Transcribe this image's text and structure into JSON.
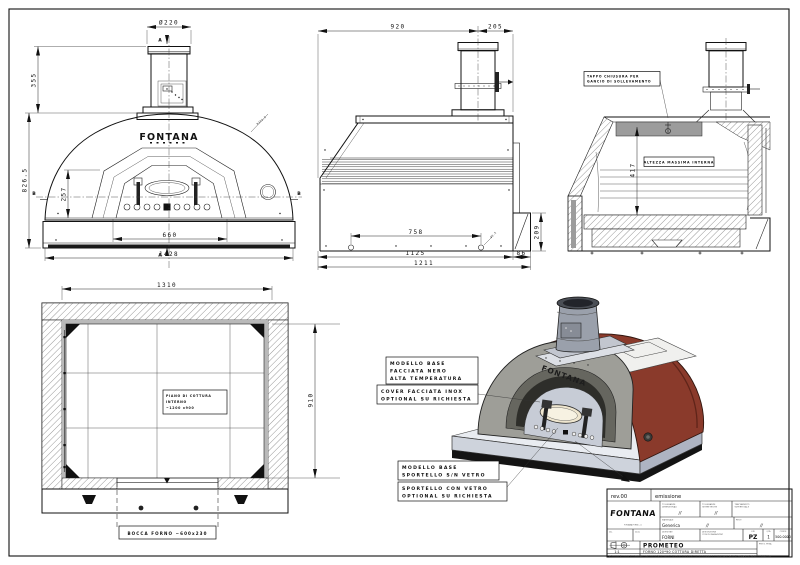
{
  "sheet": {
    "bg": "#ffffff",
    "frame_color": "#111111"
  },
  "front_view": {
    "dim_chimney_diameter": "Ø220",
    "dim_chimney_height": "355",
    "dim_total_height": "826.5",
    "dim_opening_height": "257",
    "dim_opening_width": "660",
    "dim_total_width": "1428",
    "section_mark_a": "A",
    "section_mark_b": "B",
    "logo": "FONTANA",
    "radius_note": "R332.5"
  },
  "side_view": {
    "dim_back_to_flue": "920",
    "dim_flue_to_front": "205",
    "dim_hole_spacing": "758",
    "dim_hole_diameter": "Ø6.5",
    "dim_body_depth": "1125",
    "dim_bracket": "86",
    "dim_total_depth": "1211",
    "dim_bracket_height": "209"
  },
  "section_view": {
    "cap_note_line1": "TAPPO CHIUSURA PER",
    "cap_note_line2": "GANCIO DI SOLLEVAMENTO",
    "internal_height_note": "ALTEZZA MASSIMA INTERNA",
    "dim_internal_height": "417"
  },
  "plan_view": {
    "dim_internal_width": "1310",
    "dim_internal_depth": "910",
    "floor_note_line1": "PIANO DI COTTURA",
    "floor_note_line2": "INTERNO",
    "floor_note_line3": "~1200 x900",
    "mouth_note": "BOCCA FORNO ~600x230"
  },
  "iso_view": {
    "logo": "FONTANA",
    "callout_base_front": [
      "MODELLO BASE",
      "FACCIATA NERO",
      "ALTA TEMPERATURA"
    ],
    "callout_cover": [
      "COVER FACCIATA INOX",
      "OPTIONAL SU RICHIESTA"
    ],
    "callout_base_door": [
      "MODELLO BASE",
      "SPORTELLO S/N VETRO"
    ],
    "callout_glass_door": [
      "SPORTELLO CON VETRO",
      "OPTIONAL SU RICHIESTA"
    ],
    "colors": {
      "dome_body": "#8a3a2b",
      "front_arch": "#9e9e98",
      "base_slab": "#ced3dc",
      "chimney": "#9aa0ab"
    }
  },
  "title_block": {
    "revision": "rev.00",
    "revision_note": "emissione",
    "logo": "FONTANA",
    "logo_sub": "FONTANA FORNI s.r.l.",
    "tolerance_value_1": "//",
    "tolerance_value_2": "//",
    "material_value": "Generica",
    "material_tolerance": "//",
    "weight_value": "//",
    "division_value": "FORNI",
    "unit_value": "PZ",
    "quantity_value": "1",
    "code_value": "500.0000",
    "scale_value": "1:1",
    "title": "PROMETEO",
    "description": "FORNO 120*90 COTTURA DIRETTA",
    "disclaimer": "A TERMINI DI LEGGE CI RISERVIAMO LA PROPRIETA' DI QUESTO DISEGNO CON DIVIETO DI RIPRODURLO O COMUNICARLO A TERZI SENZA NOSTRA AUTORIZZAZIONE",
    "headers": {
      "h_tol1a": "TOLLERANZE",
      "h_tol1b": "DIMENSIONALI",
      "h_tol2a": "TOLLERANZE",
      "h_tol2b": "GEOMETRICHE",
      "h_tol3a": "TRATTAMENTO",
      "h_tol3b": "SUPERFICIALE",
      "h_material": "MATERIALE",
      "h_weight": "PESO",
      "h_division": "DIVISIONE",
      "h_desc1": "DESCRIZIONE",
      "h_desc2": "CODICE MAGAZZINO",
      "h_unit": "U.M.",
      "h_qty": "Q.TA",
      "h_code": "CODICE",
      "h_right": "PROG. PESA",
      "h_drawn": "Dis.",
      "h_date": "Data"
    }
  }
}
